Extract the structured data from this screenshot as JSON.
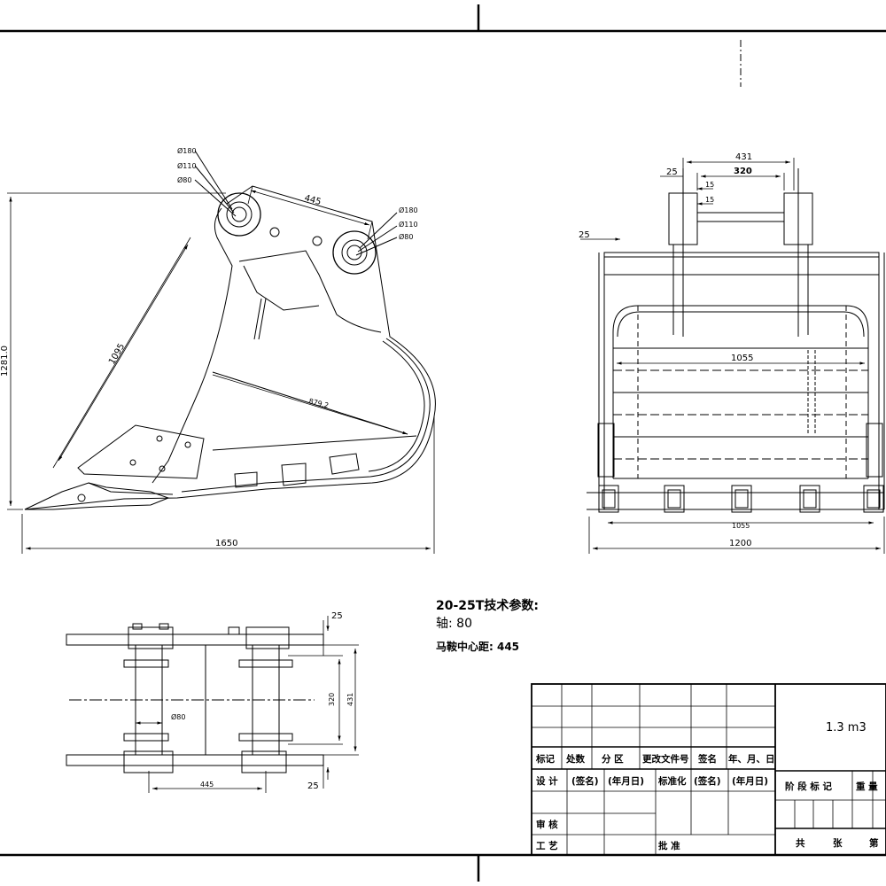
{
  "side_view": {
    "pin_labels_left": [
      "Ø180",
      "Ø110",
      "Ø80"
    ],
    "pin_labels_right": [
      "Ø180",
      "Ø110",
      "Ø80"
    ],
    "dim_pin_spacing": "445",
    "dim_height": "1281.0",
    "dim_tooth_length": "1095",
    "dim_radius": "879.2",
    "dim_length": "1650"
  },
  "front_view": {
    "dim_top": "431",
    "dim_inner": "320",
    "dim_25": "25",
    "dim_15a": "15",
    "dim_15b": "15",
    "dim_side_25": "25",
    "dim_width_inner": "1055",
    "dim_width_lower": "1055",
    "dim_width_total": "1200"
  },
  "top_view": {
    "dim_25_top": "25",
    "dim_320": "320",
    "dim_431": "431",
    "dim_pin": "Ø80",
    "dim_445": "445",
    "dim_25_bottom": "25"
  },
  "specs": {
    "title": "20-25T技术参数:",
    "axle": "轴: 80",
    "center": "马鞍中心距: 445"
  },
  "title_block": {
    "header": [
      "标记",
      "处数",
      "分 区",
      "更改文件号",
      "签名",
      "年、月、日"
    ],
    "design_row": [
      "设 计",
      "(签名)",
      "(年月日)",
      "标准化",
      "(签名)",
      "(年月日)"
    ],
    "review": "审 核",
    "process": "工 艺",
    "approve": "批 准",
    "capacity": "1.3 m3",
    "stage": "阶 段 标 记",
    "weight": "重 量",
    "sheets_total": "共",
    "sheets": "张",
    "sheet_no": "第"
  }
}
